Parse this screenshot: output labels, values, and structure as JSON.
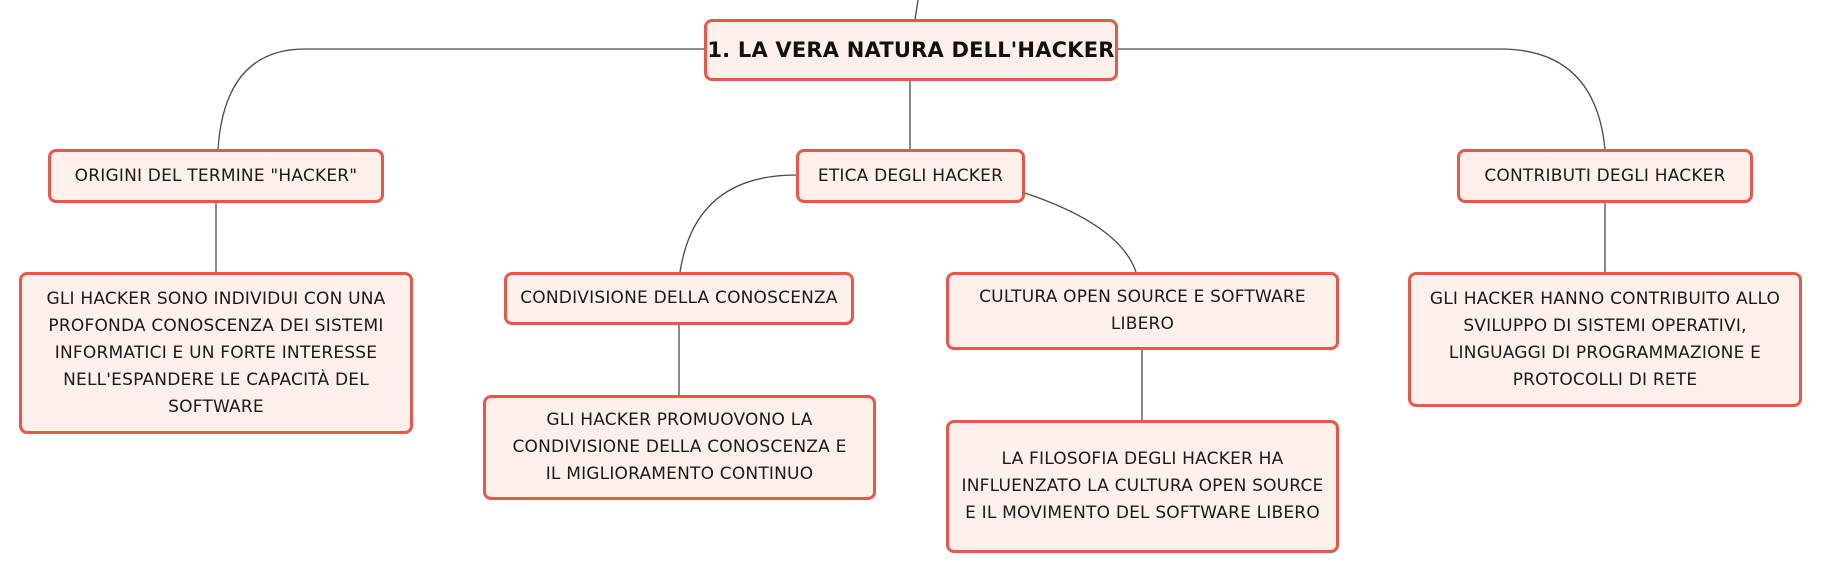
{
  "diagram": {
    "root": {
      "label": "1. LA VERA NATURA DELL'HACKER"
    },
    "branches": [
      {
        "label": "ORIGINI DEL TERMINE \"HACKER\"",
        "children": [
          {
            "label": "GLI HACKER SONO INDIVIDUI CON UNA PROFONDA CONOSCENZA DEI SISTEMI INFORMATICI E UN FORTE INTERESSE NELL'ESPANDERE LE CAPACITÀ DEL SOFTWARE"
          }
        ]
      },
      {
        "label": "ETICA DEGLI HACKER",
        "children": [
          {
            "label": "CONDIVISIONE DELLA CONOSCENZA",
            "children": [
              {
                "label": "GLI HACKER PROMUOVONO LA CONDIVISIONE DELLA CONOSCENZA E IL MIGLIORAMENTO CONTINUO"
              }
            ]
          },
          {
            "label": "CULTURA OPEN SOURCE E SOFTWARE LIBERO",
            "children": [
              {
                "label": "LA FILOSOFIA DEGLI HACKER HA INFLUENZATO LA CULTURA OPEN SOURCE E IL MOVIMENTO DEL SOFTWARE LIBERO"
              }
            ]
          }
        ]
      },
      {
        "label": "CONTRIBUTI DEGLI HACKER",
        "children": [
          {
            "label": "GLI HACKER HANNO CONTRIBUITO ALLO SVILUPPO DI SISTEMI OPERATIVI, LINGUAGGI DI PROGRAMMAZIONE E PROTOCOLLI DI RETE"
          }
        ]
      }
    ]
  },
  "colors": {
    "node_fill": "#fdf0ea",
    "node_border": "#e6584a",
    "connector": "#4a4a4a",
    "text": "#1a1a1a"
  }
}
